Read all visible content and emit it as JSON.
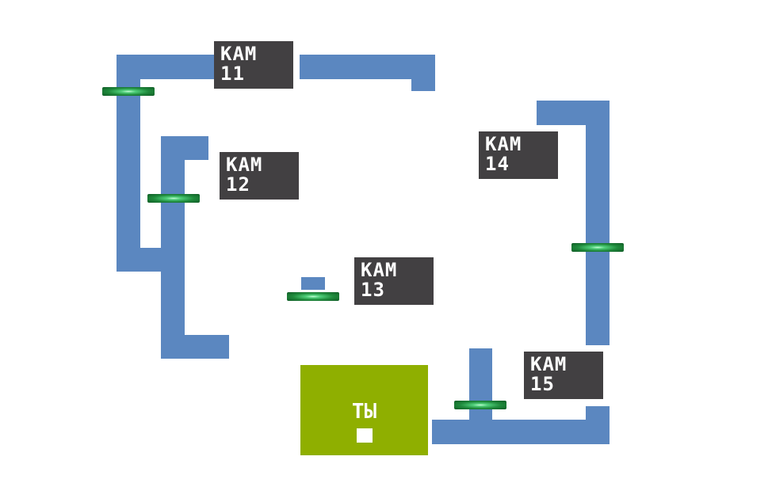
{
  "cameras": [
    {
      "id": "11",
      "label": "КАМ",
      "number": "11"
    },
    {
      "id": "12",
      "label": "КАМ",
      "number": "12"
    },
    {
      "id": "13",
      "label": "КАМ",
      "number": "13"
    },
    {
      "id": "14",
      "label": "КАМ",
      "number": "14"
    },
    {
      "id": "15",
      "label": "КАМ",
      "number": "15"
    }
  ],
  "player": {
    "label": "ТЫ"
  },
  "colors": {
    "corridor": "#5b87c0",
    "camera": "#424042",
    "player": "#8faf00",
    "door": "#1f8a3c"
  }
}
